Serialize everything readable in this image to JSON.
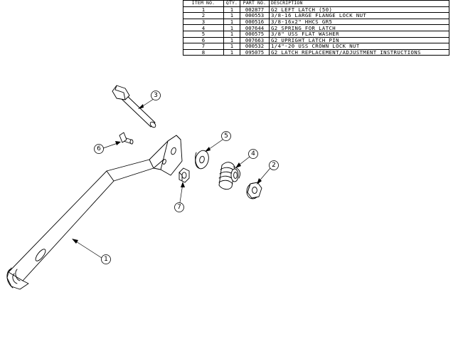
{
  "bom": {
    "headers": [
      "ITEM NO.",
      "QTY.",
      "PART NO.",
      "DESCRIPTION"
    ],
    "rows": [
      {
        "item": "1",
        "qty": "1",
        "part": "002877",
        "desc": "G2 LEFT LATCH (50)"
      },
      {
        "item": "2",
        "qty": "1",
        "part": "000553",
        "desc": "3/8-16 LARGE FLANGE LOCK NUT"
      },
      {
        "item": "3",
        "qty": "1",
        "part": "000516",
        "desc": "3/8-16x2\" HHCS GR5"
      },
      {
        "item": "4",
        "qty": "1",
        "part": "007644",
        "desc": "G2 SPRING FOR LATCH"
      },
      {
        "item": "5",
        "qty": "1",
        "part": "000575",
        "desc": "3/8\" USS FLAT WASHER"
      },
      {
        "item": "6",
        "qty": "1",
        "part": "007663",
        "desc": "G2 UPRIGHT LATCH PIN"
      },
      {
        "item": "7",
        "qty": "1",
        "part": "000532",
        "desc": "1/4\"-20 USS CROWN LOCK NUT"
      },
      {
        "item": "8",
        "qty": "1",
        "part": "095075",
        "desc": "G2 LATCH REPLACEMENT/ADJUSTMENT INSTRUCTIONS"
      }
    ]
  },
  "balloons": {
    "b1": "1",
    "b2": "2",
    "b3": "3",
    "b4": "4",
    "b5": "5",
    "b6": "6",
    "b7": "7"
  }
}
